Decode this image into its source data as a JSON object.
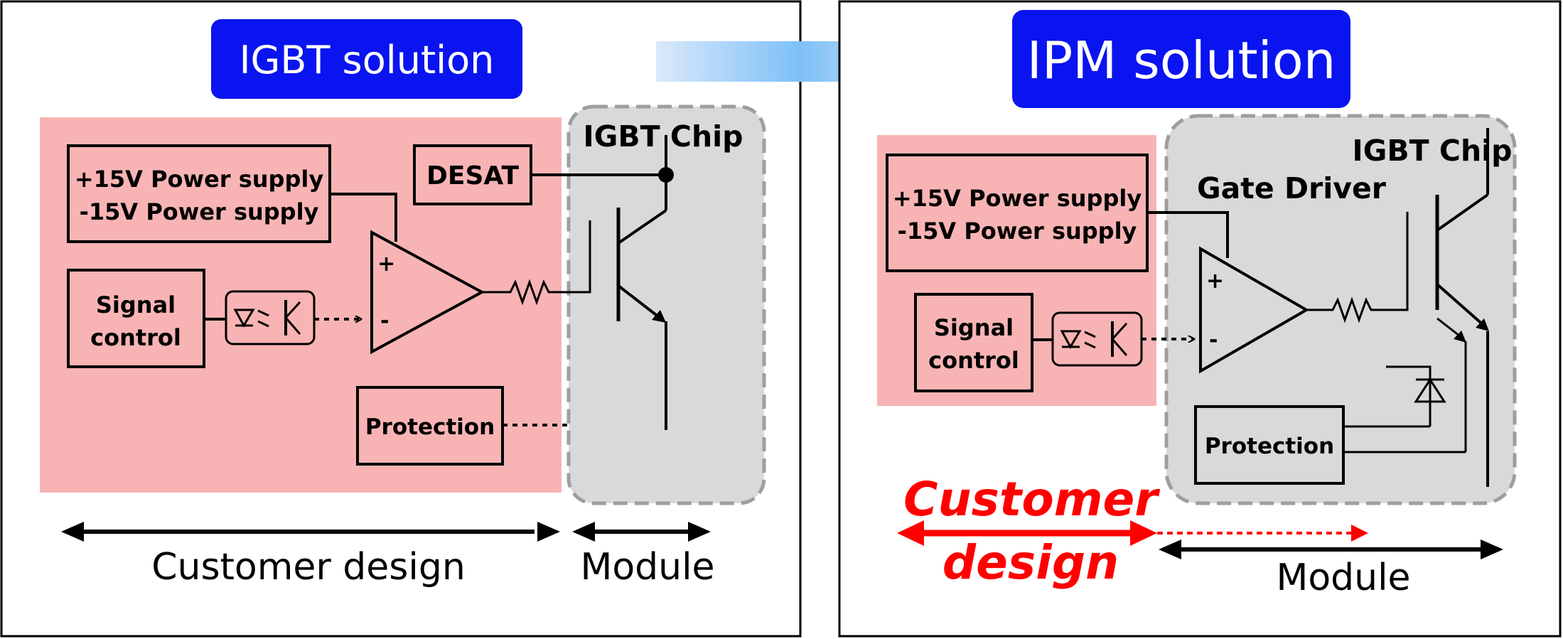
{
  "colors": {
    "title_fill": "#0a14f0",
    "customer_area": "#f8b4b4",
    "module_area": "#d9d9d9",
    "module_border": "#9e9e9e",
    "customer_design_highlight": "#ff0000",
    "arrow_gradient": [
      "#dbe9fb",
      "#7cc0f7",
      "#f0e8f6"
    ]
  },
  "igbt_solution": {
    "title": "IGBT solution",
    "power_supply_line1": "+15V Power supply",
    "power_supply_line2": "-15V Power supply",
    "desat_label": "DESAT",
    "chip_label": "IGBT Chip",
    "signal_line1": "Signal",
    "signal_line2": "control",
    "protection_label": "Protection",
    "customer_design_label": "Customer design",
    "module_label": "Module"
  },
  "ipm_solution": {
    "title": "IPM solution",
    "chip_label": "IGBT Chip",
    "gate_driver_label": "Gate Driver",
    "power_supply_line1": "+15V Power supply",
    "power_supply_line2": "-15V Power supply",
    "signal_line1": "Signal",
    "signal_line2": "control",
    "protection_label": "Protection",
    "customer_design_line1": "Customer",
    "customer_design_line2": "design",
    "module_label": "Module"
  },
  "icons": {
    "transition_arrow": "right-arrow-icon",
    "op_amp": "op-amp-symbol",
    "optocoupler": "optocoupler-symbol",
    "resistor": "resistor-symbol",
    "igbt": "igbt-symbol",
    "diode": "diode-symbol"
  }
}
